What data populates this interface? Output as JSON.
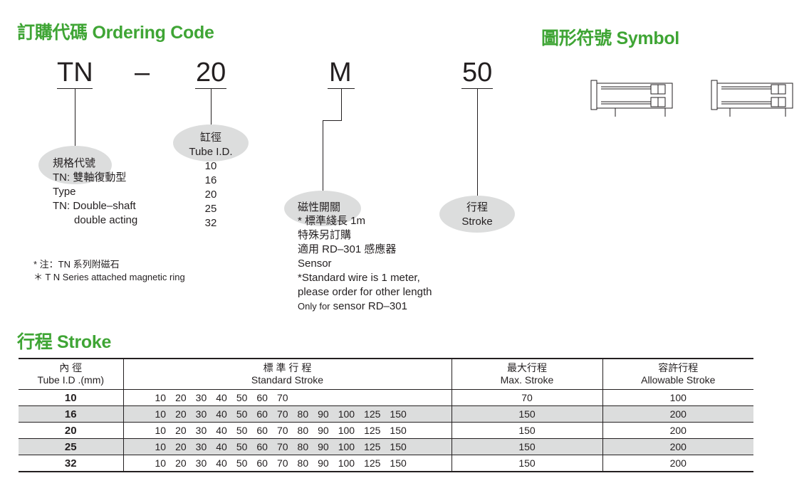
{
  "ordering_title": "訂購代碼 Ordering Code",
  "symbol_title": "圖形符號 Symbol",
  "stroke_title": "行程 Stroke",
  "code": {
    "model": "TN",
    "dash": "–",
    "bore": "20",
    "sensor": "M",
    "stroke": "50"
  },
  "model_block": {
    "lines": [
      "規格代號",
      "TN: 雙軸復動型",
      "Type",
      "TN: Double–shaft",
      "double acting"
    ]
  },
  "bore_block": {
    "title_zh": "缸徑",
    "title_en": "Tube I.D.",
    "values": [
      "10",
      "16",
      "20",
      "25",
      "32"
    ]
  },
  "sensor_block": {
    "lines": [
      "磁性開關",
      "* 標準綫長 1m",
      "特殊另訂購",
      "適用 RD–301 感應器",
      "Sensor",
      "*Standard wire is 1 meter,",
      "please order for other length"
    ],
    "last_small": "Only for",
    "last_rest": " sensor RD–301"
  },
  "stroke_block": {
    "title_zh": "行程",
    "title_en": "Stroke"
  },
  "notes": [
    "* 注：TN 系列附磁石",
    "＊ T N  Series attached magnetic ring"
  ],
  "table": {
    "headers": [
      [
        "內 徑",
        "Tube I.D .(mm)"
      ],
      [
        "標 準 行 程",
        "Standard Stroke"
      ],
      [
        "最大行程",
        "Max. Stroke"
      ],
      [
        "容許行程",
        "Allowable Stroke"
      ]
    ],
    "rows": [
      {
        "id": "10",
        "strokes": [
          "10",
          "20",
          "30",
          "40",
          "50",
          "60",
          "70"
        ],
        "max": "70",
        "allow": "100"
      },
      {
        "id": "16",
        "strokes": [
          "10",
          "20",
          "30",
          "40",
          "50",
          "60",
          "70",
          "80",
          "90",
          "100",
          "125",
          "150"
        ],
        "max": "150",
        "allow": "200"
      },
      {
        "id": "20",
        "strokes": [
          "10",
          "20",
          "30",
          "40",
          "50",
          "60",
          "70",
          "80",
          "90",
          "100",
          "125",
          "150"
        ],
        "max": "150",
        "allow": "200"
      },
      {
        "id": "25",
        "strokes": [
          "10",
          "20",
          "30",
          "40",
          "50",
          "60",
          "70",
          "80",
          "90",
          "100",
          "125",
          "150"
        ],
        "max": "150",
        "allow": "200"
      },
      {
        "id": "32",
        "strokes": [
          "10",
          "20",
          "30",
          "40",
          "50",
          "60",
          "70",
          "80",
          "90",
          "100",
          "125",
          "150"
        ],
        "max": "150",
        "allow": "200"
      }
    ]
  },
  "colors": {
    "title_green": "#3fa535",
    "ellipse_gray": "#dcdddd",
    "text": "#231f20"
  }
}
